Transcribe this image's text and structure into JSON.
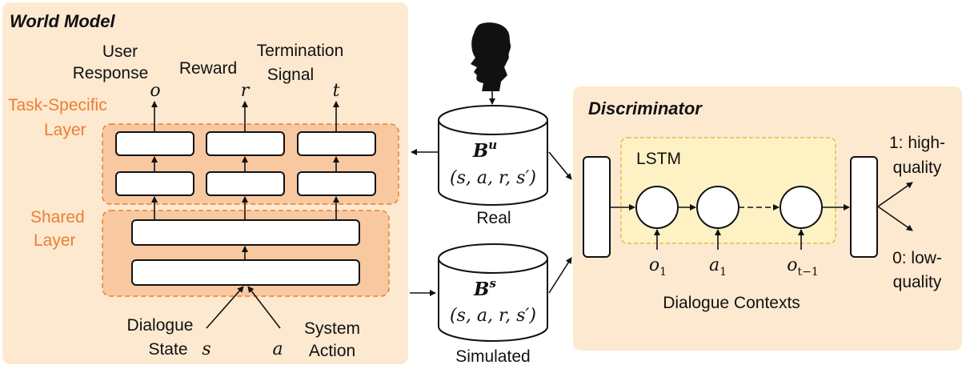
{
  "world_model": {
    "title": "World Model",
    "outputs": {
      "user_response": [
        "User",
        "Response"
      ],
      "reward": "Reward",
      "termination": [
        "Termination",
        "Signal"
      ],
      "o": "o",
      "r": "r",
      "t": "t"
    },
    "task_specific_label": [
      "Task-Specific",
      "Layer"
    ],
    "shared_label": [
      "Shared",
      "Layer"
    ],
    "inputs": {
      "dialogue_state": [
        "Dialogue",
        "State"
      ],
      "s": "s",
      "a": "a",
      "system_action": [
        "System",
        "Action"
      ]
    }
  },
  "buffers": {
    "real": {
      "symbol": "B",
      "sup": "u",
      "tuple": "(s, a, r, s′)",
      "label": "Real"
    },
    "simulated": {
      "symbol": "B",
      "sup": "s",
      "tuple": "(s, a, r, s′)",
      "label": "Simulated"
    }
  },
  "discriminator": {
    "title": "Discriminator",
    "lstm_label": "LSTM",
    "inputs": [
      {
        "base": "o",
        "sub": "1"
      },
      {
        "base": "a",
        "sub": "1"
      },
      {
        "base": "o",
        "sub": "t−1"
      }
    ],
    "contexts_label": "Dialogue Contexts",
    "high": [
      "1: high-",
      "quality"
    ],
    "low": [
      "0: low-",
      "quality"
    ]
  },
  "colors": {
    "panel": "#fde9d0",
    "layer": "#f8c8a1",
    "lstm": "#fef2c4",
    "accent": "#ed7d31"
  },
  "icons": [
    "user-head-icon"
  ]
}
